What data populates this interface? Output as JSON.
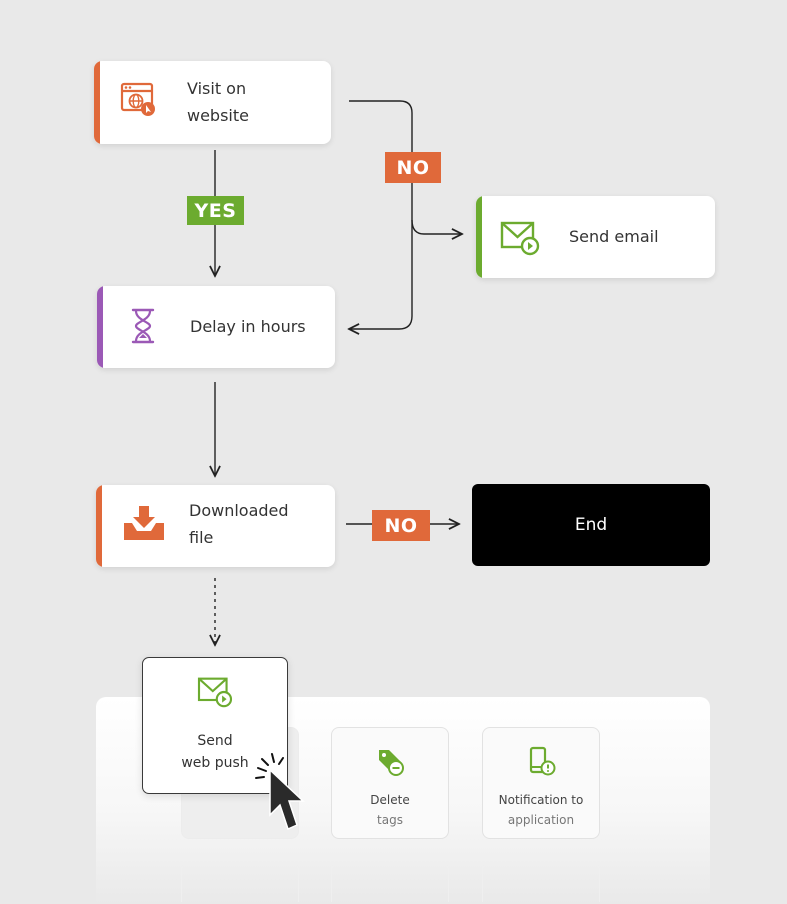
{
  "colors": {
    "orange": "#e0693a",
    "green": "#6cab2f",
    "purple": "#9b59b6",
    "end_bg": "#000000"
  },
  "nodes": {
    "visit": {
      "label": "Visit on\nwebsite",
      "icon": "website-visit-icon"
    },
    "delay": {
      "label": "Delay in hours",
      "icon": "hourglass-icon"
    },
    "email": {
      "label": "Send email",
      "icon": "email-send-icon"
    },
    "download": {
      "label": "Downloaded\nfile",
      "icon": "download-tray-icon"
    },
    "end": {
      "label": "End"
    }
  },
  "badges": {
    "yes": "YES",
    "no_top": "NO",
    "no_mid": "NO"
  },
  "palette": {
    "dragging": {
      "label": "Send\nweb push",
      "icon": "web-push-icon"
    },
    "tiles": [
      {
        "line1": "Delete",
        "line2": "tags",
        "icon": "delete-tag-icon"
      },
      {
        "line1": "Notification to",
        "line2": "application",
        "icon": "app-notification-icon"
      }
    ]
  }
}
